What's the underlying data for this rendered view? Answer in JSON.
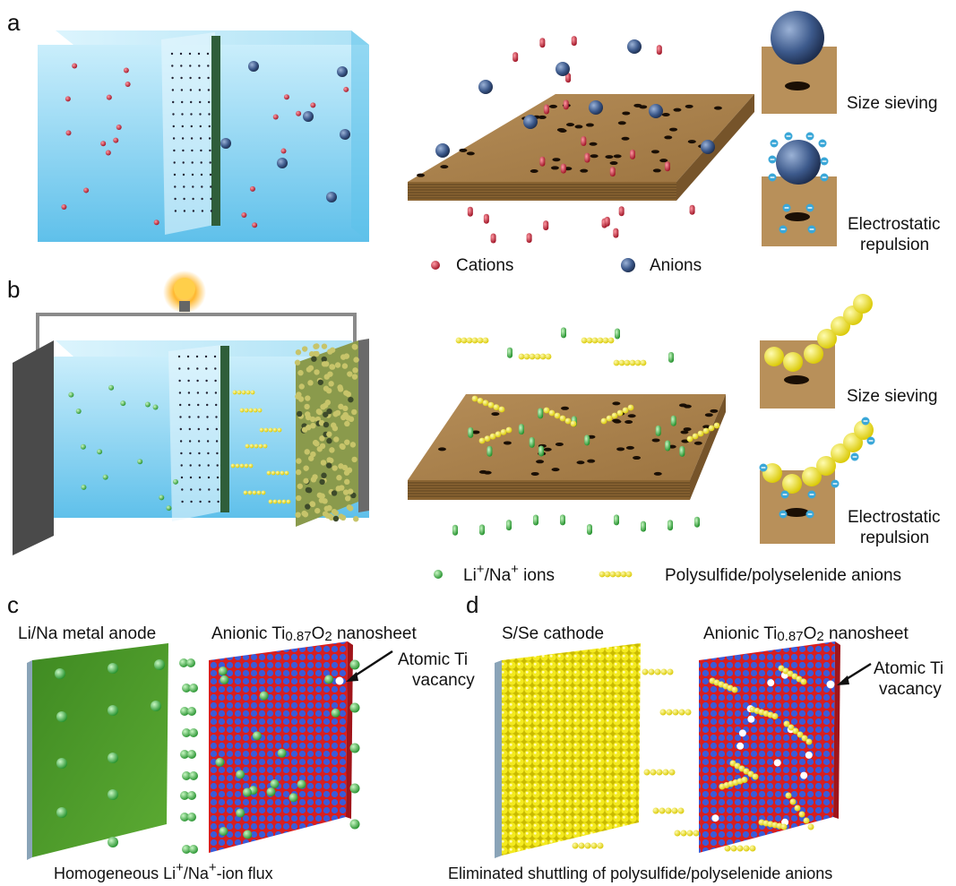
{
  "panels": {
    "a": {
      "letter": "a",
      "size_sieving": "Size sieving",
      "electrostatic_1": "Electrostatic",
      "electrostatic_2": "repulsion",
      "legend_cations": "Cations",
      "legend_anions": "Anions"
    },
    "b": {
      "letter": "b",
      "size_sieving": "Size sieving",
      "electrostatic_1": "Electrostatic",
      "electrostatic_2": "repulsion",
      "legend_ions_pre": "Li",
      "legend_ions_sup1": "+",
      "legend_ions_mid": "/Na",
      "legend_ions_sup2": "+",
      "legend_ions_post": " ions",
      "legend_polysulfide": "Polysulfide/polyselenide anions"
    },
    "c": {
      "letter": "c",
      "anode_title": "Li/Na metal anode",
      "sheet_title_pre": "Anionic Ti",
      "sheet_title_sub1": "0.87",
      "sheet_title_mid": "O",
      "sheet_title_sub2": "2",
      "sheet_title_post": " nanosheet",
      "vacancy_1": "Atomic Ti",
      "vacancy_2": "vacancy",
      "caption_pre": "Homogeneous Li",
      "caption_sup1": "+",
      "caption_mid": "/Na",
      "caption_sup2": "+",
      "caption_post": "-ion flux"
    },
    "d": {
      "letter": "d",
      "cathode_title": "S/Se cathode",
      "sheet_title_pre": "Anionic Ti",
      "sheet_title_sub1": "0.87",
      "sheet_title_mid": "O",
      "sheet_title_sub2": "2",
      "sheet_title_post": " nanosheet",
      "vacancy_1": "Atomic Ti",
      "vacancy_2": "vacancy",
      "caption": "Eliminated shuttling of polysulfide/polyselenide anions"
    }
  },
  "colors": {
    "water": "#8fd3f0",
    "membrane": "#b8905a",
    "cation": "#c0283a",
    "anion": "#3b5a8a",
    "li_ion": "#3fbf4a",
    "polysulfide": "#f2e600",
    "sheet_blue": "#3a5bd9",
    "sheet_red": "#d81e1e",
    "anode_green": "#4d9a2a",
    "charge": "#3aa7d8"
  }
}
